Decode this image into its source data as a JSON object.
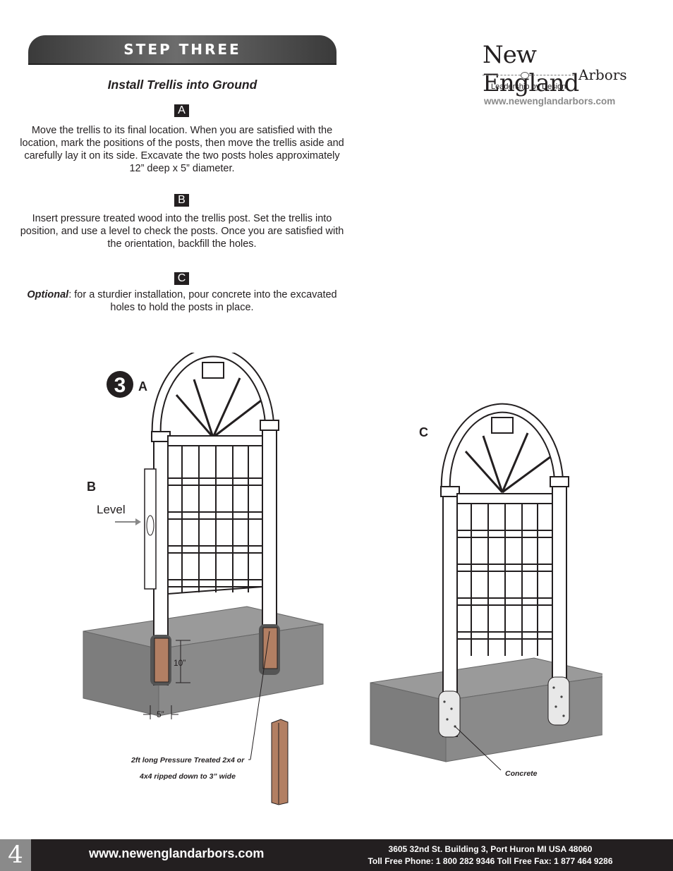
{
  "header": {
    "step_title": "STEP THREE",
    "subtitle": "Install Trellis into Ground"
  },
  "logo": {
    "name": "New England",
    "sub": "Arbors",
    "tagline": "Leadership by Design",
    "url": "www.newenglandarbors.com"
  },
  "steps": [
    {
      "letter": "A",
      "text": "Move the trellis to its final location. When you are satisfied with the location, mark the positions of the posts, then move the trellis aside and carefully lay it on its side. Excavate the two posts holes approximately 12” deep x 5” diameter."
    },
    {
      "letter": "B",
      "text": "Insert pressure treated wood into the trellis post. Set the trellis into position, and use a level to check the posts. Once you are satisfied with the orientation, backfill the holes."
    },
    {
      "letter": "C",
      "emphasis": "Optional",
      "text": ": for a sturdier installation, pour concrete into the excavated holes to hold the posts in place."
    }
  ],
  "figure": {
    "step_number": "3",
    "label_a": "A",
    "label_b": "B",
    "label_c": "C",
    "level_label": "Level",
    "depth_label": "10”",
    "width_label": "5”",
    "wood_label_line1": "2ft long Pressure Treated 2x4 or",
    "wood_label_line2": "4x4 ripped down to 3” wide",
    "concrete_label": "Concrete"
  },
  "footer": {
    "page_number": "4",
    "url": "www.newenglandarbors.com",
    "address": "3605 32nd St. Building 3, Port Huron MI  USA  48060",
    "phone": "Toll Free Phone:  1 800 282 9346  Toll Free Fax:  1 877 464 9286"
  },
  "colors": {
    "dark": "#231f20",
    "wood": "#b27f63",
    "ground": "#808080"
  }
}
